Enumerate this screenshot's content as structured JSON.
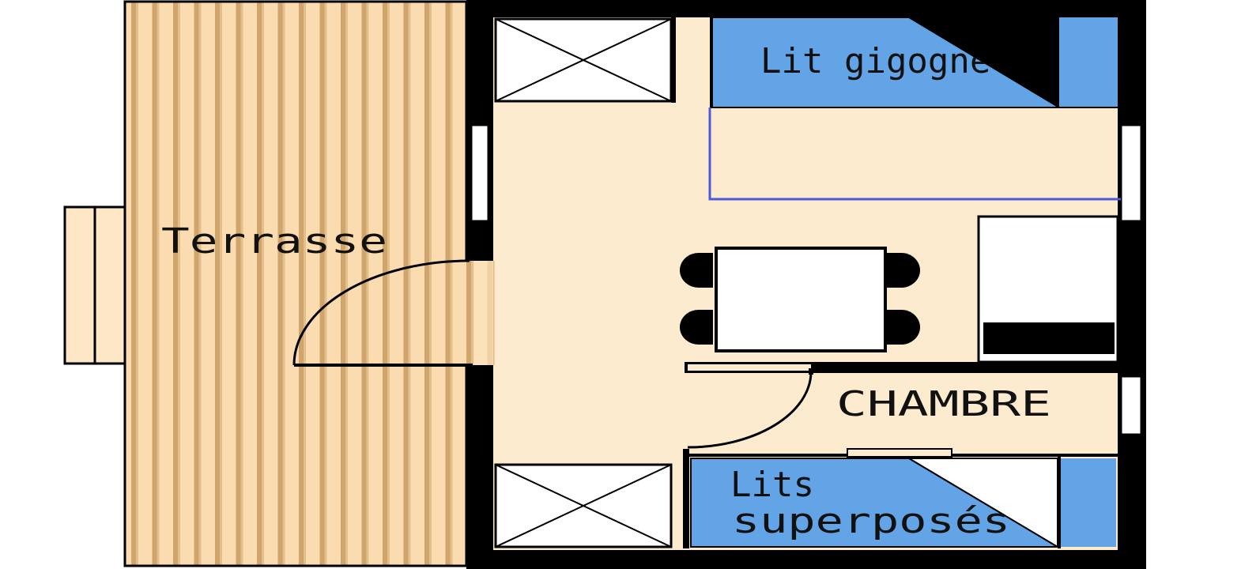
{
  "labels": {
    "terrace": "Terrasse",
    "trundle_bed": "Lit gigogne",
    "bedroom": "CHAMBRE",
    "bunk_line1": "Lits",
    "bunk_line2": "superposés"
  },
  "colors": {
    "wall": "#000000",
    "floor": "#fdebd0",
    "deck_base": "#fbdcb0",
    "deck_plank": "#cfa56c",
    "bed": "#62a4e6",
    "bed_outline": "#4b5bd8",
    "fixture": "#ffffff"
  }
}
